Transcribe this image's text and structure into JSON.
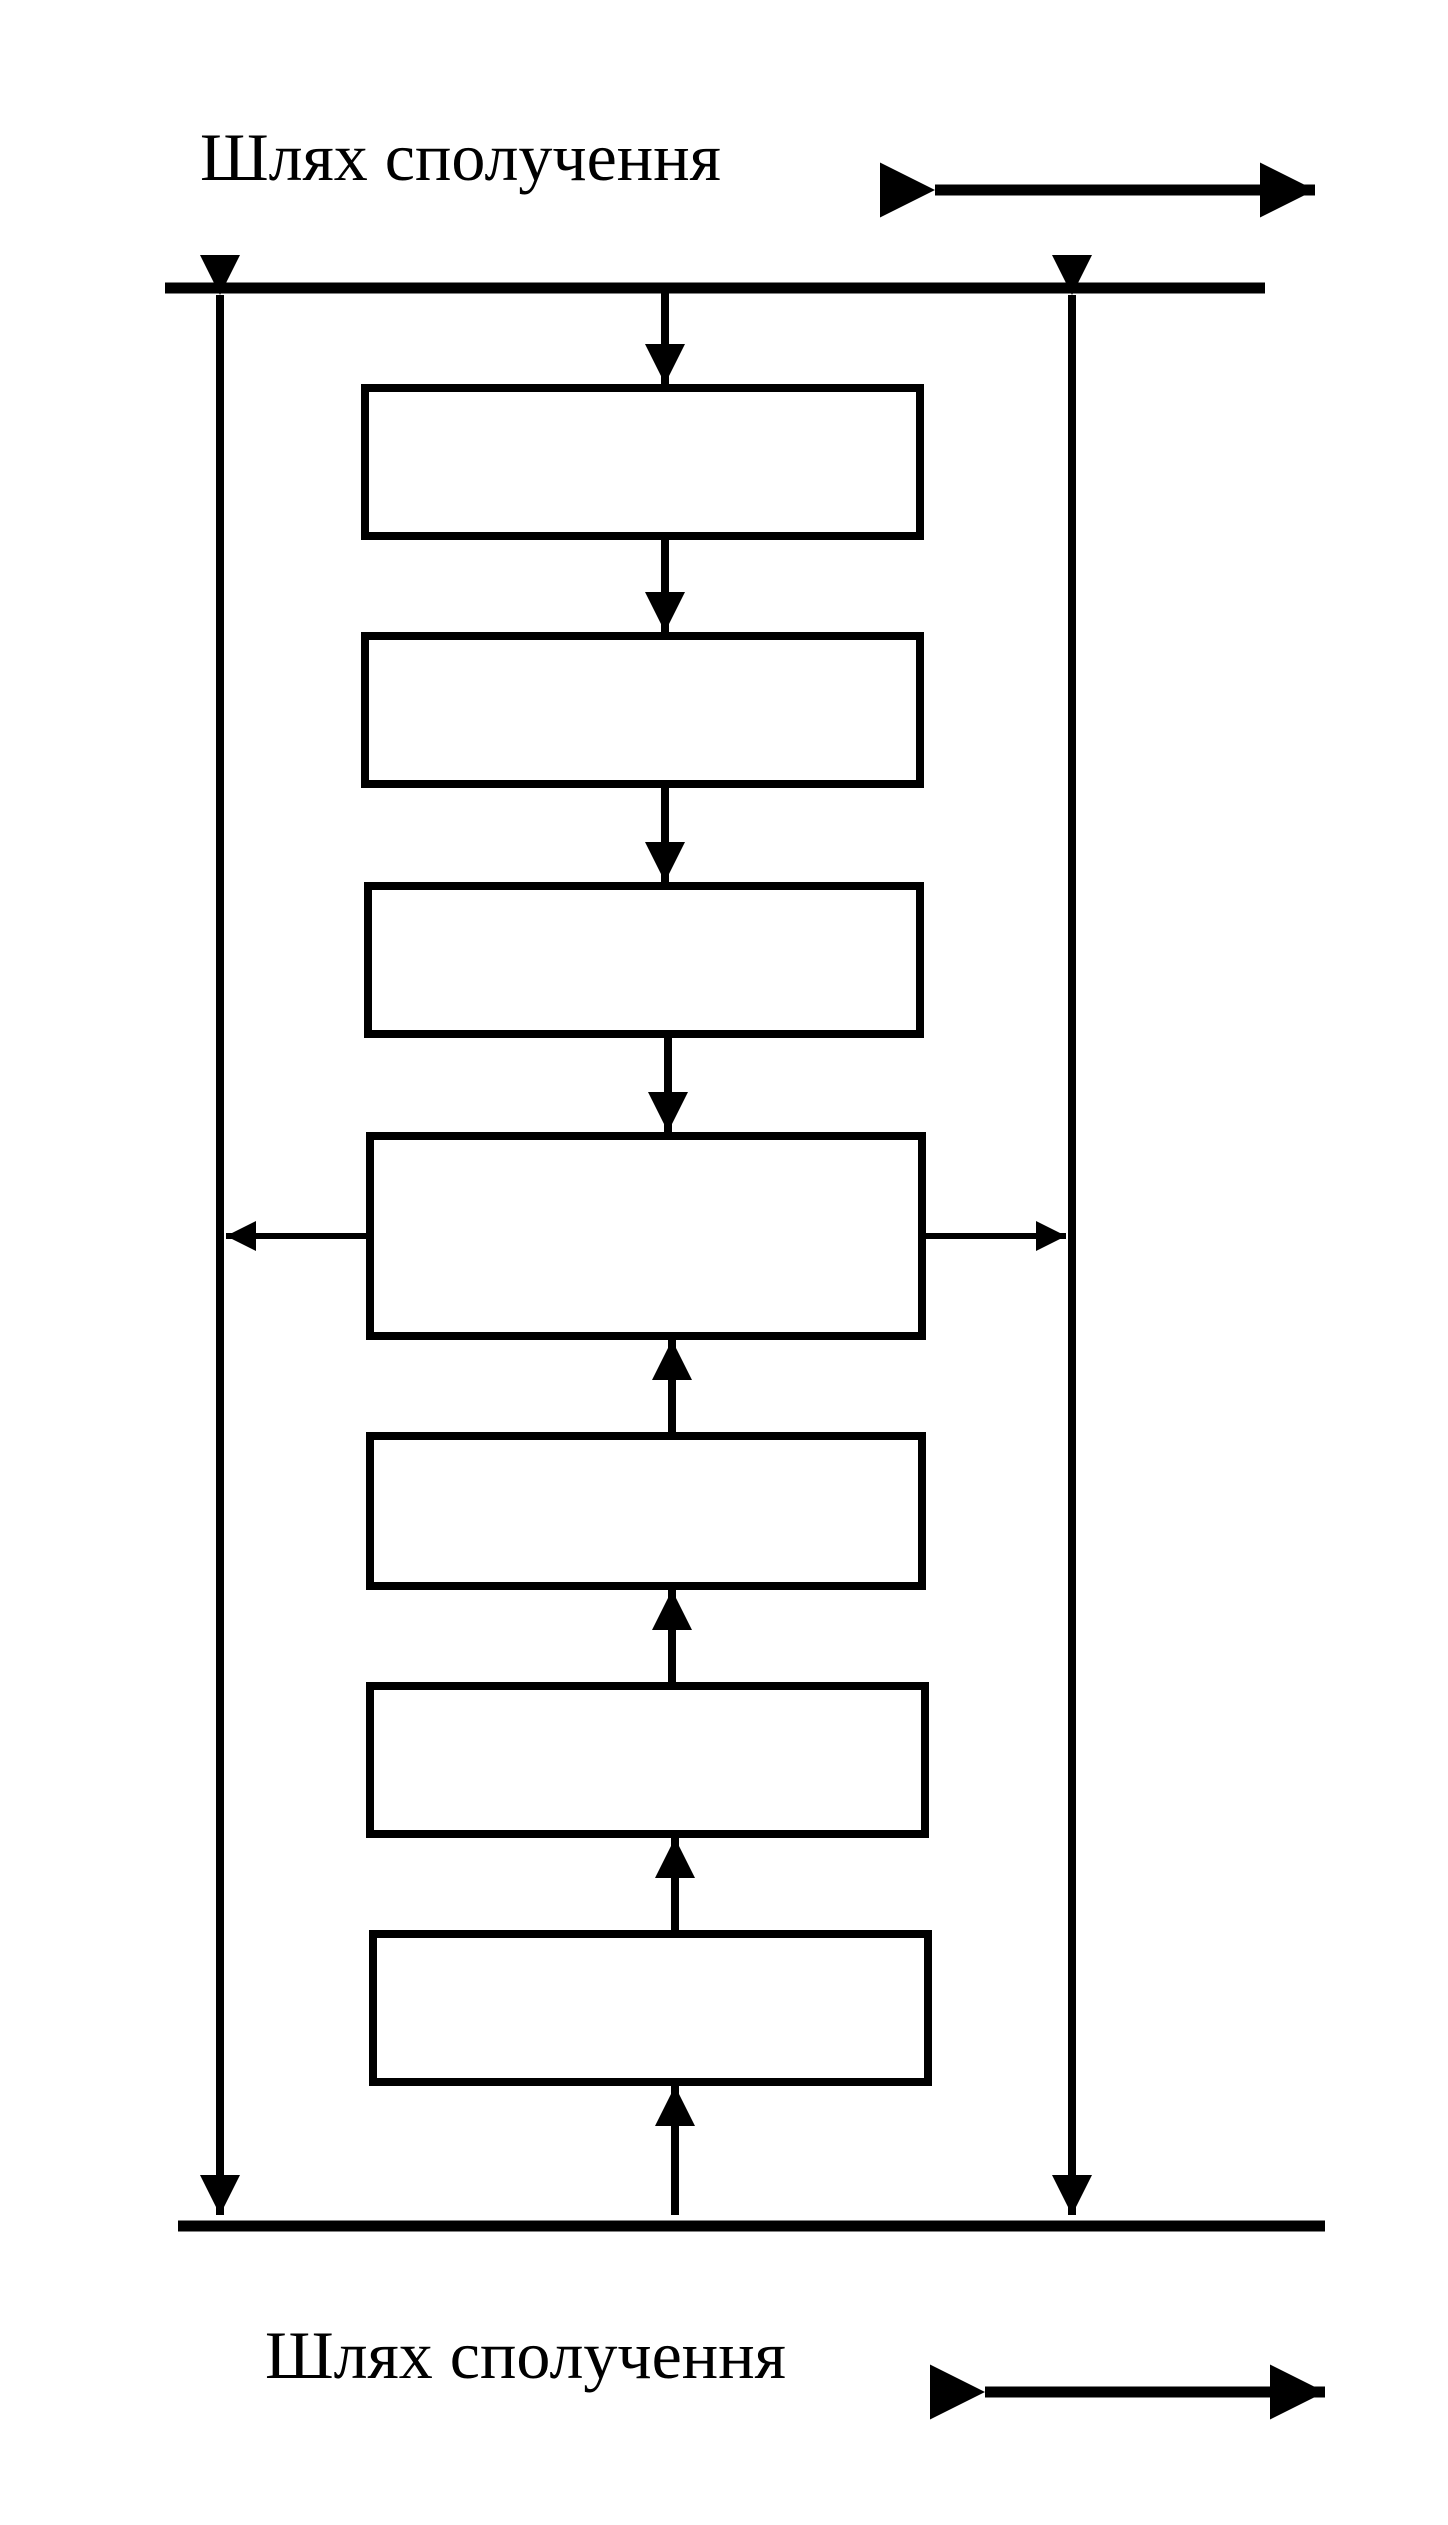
{
  "diagram": {
    "top_bus_label": "Шлях сполучення",
    "bottom_bus_label": "Шлях сполучення",
    "stroke_color": "#000000",
    "background_color": "#ffffff",
    "blocks": [
      {
        "id": "block-1",
        "label": ""
      },
      {
        "id": "block-2",
        "label": ""
      },
      {
        "id": "block-3",
        "label": ""
      },
      {
        "id": "block-4",
        "label": ""
      },
      {
        "id": "block-5",
        "label": ""
      },
      {
        "id": "block-6",
        "label": ""
      },
      {
        "id": "block-7",
        "label": ""
      }
    ]
  }
}
